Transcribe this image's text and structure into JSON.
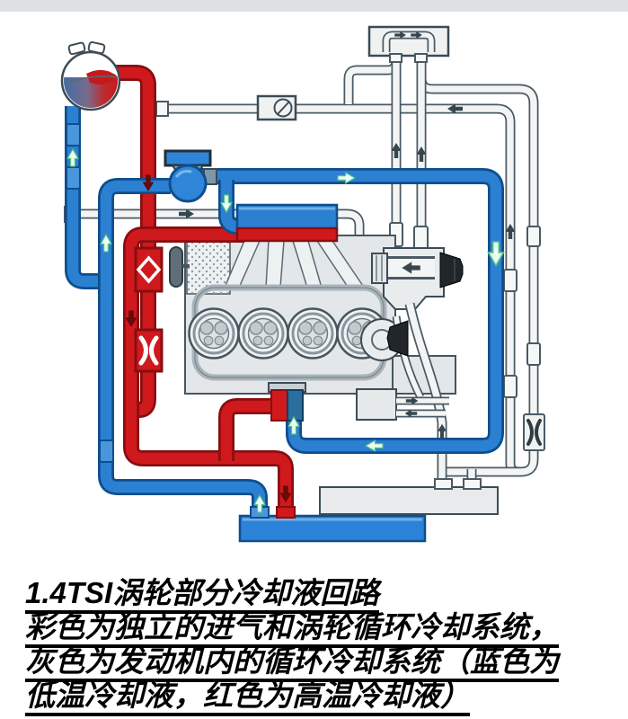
{
  "caption": {
    "lines": [
      "1.4TSI涡轮部分冷却液回路",
      "彩色为独立的进气和涡轮循环冷却系统，",
      "灰色为发动机内的循环冷却系统（蓝色为",
      "低温冷却液，红色为高温冷却液）"
    ]
  },
  "legend": {
    "blue_meaning": "低温冷却液",
    "red_meaning": "高温冷却液",
    "colored_circuit": "独立的进气和涡轮循环冷却系统",
    "gray_circuit": "发动机内的循环冷却系统"
  },
  "colors": {
    "hot_coolant_red": "#cf191d",
    "hot_red_outline": "#8a0d10",
    "cold_coolant_blue": "#2b80d2",
    "cold_blue_outline": "#0e4e8e",
    "engine_gray_pipe": "#f3f5f4",
    "component_gray": "#e9eced",
    "low_temp_radiator_blue": "#2b82d8",
    "flow_arrow_green": "#eafff2",
    "background": "#ffffff",
    "top_strip_gray": "#dde1e1",
    "caption_text": "#000000"
  }
}
